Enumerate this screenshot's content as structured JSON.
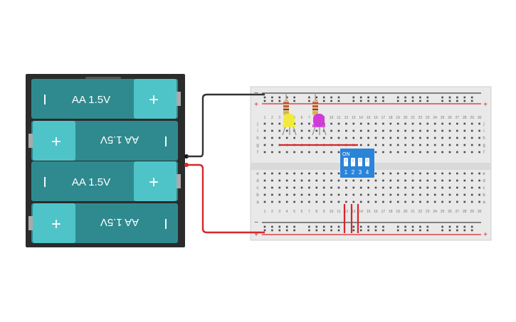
{
  "battery_pack": {
    "cells": [
      {
        "label": "AA 1.5V",
        "flipped": false,
        "neg_symbol": "I",
        "pos_symbol": "+"
      },
      {
        "label": "AA 1.5V",
        "flipped": true,
        "neg_symbol": "I",
        "pos_symbol": "+"
      },
      {
        "label": "AA 1.5V",
        "flipped": false,
        "neg_symbol": "I",
        "pos_symbol": "+"
      },
      {
        "label": "AA 1.5V",
        "flipped": true,
        "neg_symbol": "I",
        "pos_symbol": "+"
      }
    ],
    "colors": {
      "case": "#2b2b2b",
      "cell_body": "#2f8a8f",
      "cell_cap": "#4fc4c8"
    }
  },
  "wires": {
    "negative_color": "#333333",
    "positive_color": "#d8262b"
  },
  "breadboard": {
    "columns": 30,
    "top_row_letters": [
      "j",
      "i",
      "h",
      "g",
      "f"
    ],
    "bottom_row_letters": [
      "e",
      "d",
      "c",
      "b",
      "a"
    ],
    "rail_plus": "+",
    "rail_minus": "−",
    "colors": {
      "board": "#e9e9e9",
      "rail_red": "#d8262b",
      "rail_black": "#444444",
      "hole": "#4a4a4a"
    }
  },
  "dip_switch": {
    "title": "ON",
    "positions": [
      "1",
      "2",
      "3",
      "4"
    ],
    "color": "#2a84d8"
  },
  "leds": [
    {
      "name": "yellow-led",
      "color": "#f2ea3a"
    },
    {
      "name": "magenta-led",
      "color": "#d13ad8"
    }
  ],
  "resistor_band_colors": [
    "#c0392b",
    "#c0392b",
    "#8b4513",
    "#d4af37"
  ]
}
